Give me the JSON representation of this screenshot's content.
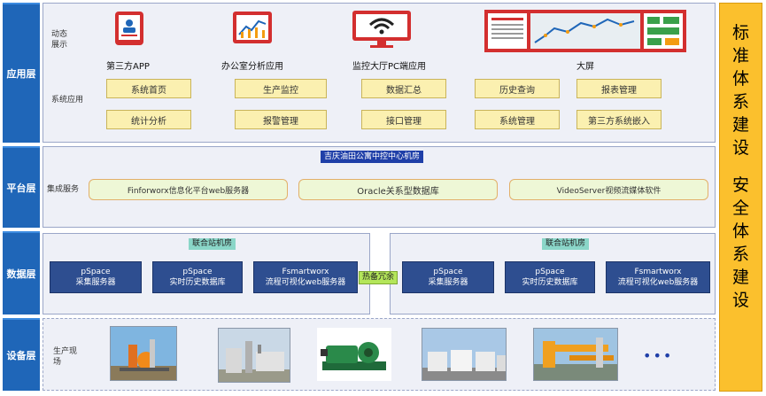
{
  "layers": {
    "app": "应用层",
    "platform": "平台层",
    "data": "数据层",
    "device": "设备层"
  },
  "app_layer": {
    "dynamic_label_1": "动态",
    "dynamic_label_2": "展示",
    "system_label": "系统应用",
    "apps": [
      {
        "title": "第三方APP",
        "icon": "mobile-app-icon"
      },
      {
        "title": "办公室分析应用",
        "icon": "analytics-chart-icon"
      },
      {
        "title": "监控大厅PC端应用",
        "icon": "pc-wifi-monitor-icon"
      },
      {
        "title": "大屏",
        "icon": "big-screen-map-icon"
      }
    ],
    "functions": [
      "系统首页",
      "生产监控",
      "数据汇总",
      "历史查询",
      "报表管理",
      "统计分析",
      "报警管理",
      "接口管理",
      "系统管理",
      "第三方系统嵌入"
    ]
  },
  "platform_layer": {
    "room_title": "吉庆油田公寓中控中心机房",
    "service_label": "集成服务",
    "servers": [
      "Finforworx信息化平台web服务器",
      "Oracle关系型数据库",
      "VideoServer视频流媒体软件"
    ]
  },
  "data_layer": {
    "left_title": "联合站机房",
    "right_title": "联合站机房",
    "hot_standby": "热备冗余",
    "servers": [
      {
        "line1": "pSpace",
        "line2": "采集服务器"
      },
      {
        "line1": "pSpace",
        "line2": "实时历史数据库"
      },
      {
        "line1": "Fsmartworx",
        "line2": "流程可视化web服务器"
      }
    ]
  },
  "device_layer": {
    "label_1": "生产现",
    "label_2": "场",
    "photos": [
      "oil-pump-photo",
      "oil-tank-site-photo",
      "pump-machine-photo",
      "storage-tanks-photo",
      "pipeline-site-photo"
    ],
    "more": "•••"
  },
  "right_column": {
    "text1": [
      "标",
      "准",
      "体",
      "系",
      "建",
      "设"
    ],
    "text2": [
      "安",
      "全",
      "体",
      "系",
      "建",
      "设"
    ]
  },
  "colors": {
    "layer_blue": "#1f66b8",
    "panel_bg": "#eef0f7",
    "yellow_box": "#fbf0b0",
    "green_box": "#eef7d6",
    "blue_box": "#2e4e90",
    "right_orange": "#fbc02d"
  }
}
